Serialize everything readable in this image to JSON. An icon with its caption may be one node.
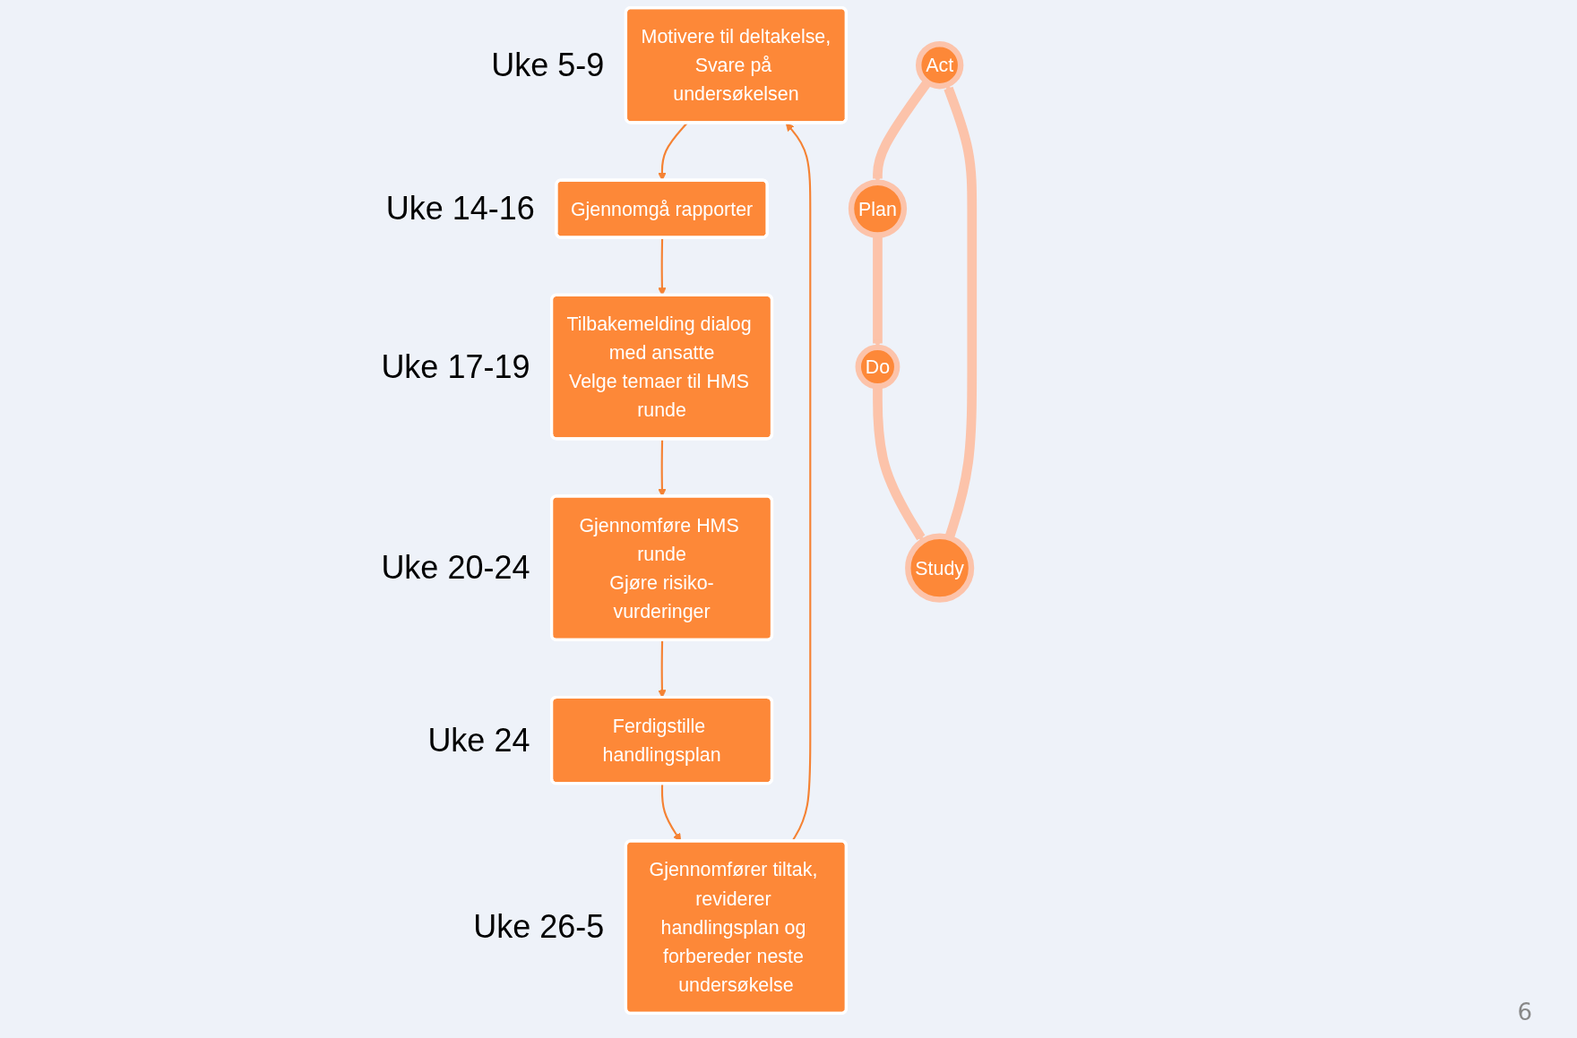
{
  "diagram": {
    "nodes": [
      {
        "text": [
          "Motivere til deltakelse,",
          "Svare på undersøkelsen"
        ],
        "beside": [
          "Uke 5-9"
        ]
      },
      {
        "text": [
          "Gjennomgå rapporter"
        ],
        "beside": [
          "Uke 14-16"
        ]
      },
      {
        "text": [
          "Tilbakemelding dialog med ansatte",
          "Velge temaer til HMS runde"
        ],
        "beside": [
          "Uke 17-19"
        ]
      },
      {
        "text": [
          "Gjennomføre HMS runde",
          "Gjøre risiko-vurderinger"
        ],
        "beside": [
          "Uke 20-24"
        ]
      },
      {
        "text": [
          "Ferdigstille handlingsplan"
        ],
        "beside": [
          "Uke 24"
        ]
      },
      {
        "text": [
          "Gjennomfører tiltak, reviderer handlingsplan og forbereder neste undersøkelse"
        ],
        "beside": [
          "Uke 26-5"
        ]
      },
      {
        "text": [
          "Act"
        ]
      },
      {
        "text": [
          "Plan"
        ]
      },
      {
        "text": [
          "Study"
        ]
      },
      {
        "text": [
          "Do"
        ]
      }
    ],
    "edges": [
      {
        "from": 0,
        "to": 1,
        "arrow": "to"
      },
      {
        "from": 1,
        "to": 2,
        "arrow": "to"
      },
      {
        "from": 2,
        "to": 3,
        "arrow": "to"
      },
      {
        "from": 3,
        "to": 4,
        "arrow": "to"
      },
      {
        "from": 4,
        "to": 5,
        "arrow": "to"
      },
      {
        "from": 5,
        "to": 0,
        "arrow": "to"
      },
      {
        "from": 6,
        "to": 7,
        "arrow": "to",
        "style": "thick",
        "color": "#fcc3aa"
      },
      {
        "from": 7,
        "to": 9,
        "arrow": "to",
        "style": "thick",
        "color": "#fcc3aa"
      },
      {
        "from": 9,
        "to": 8,
        "arrow": "to",
        "style": "thick",
        "color": "#fcc3aa"
      },
      {
        "from": 8,
        "to": 6,
        "arrow": "to",
        "style": "thick",
        "color": "#fcc3aa"
      }
    ],
    "labels": [
      "6"
    ]
  }
}
